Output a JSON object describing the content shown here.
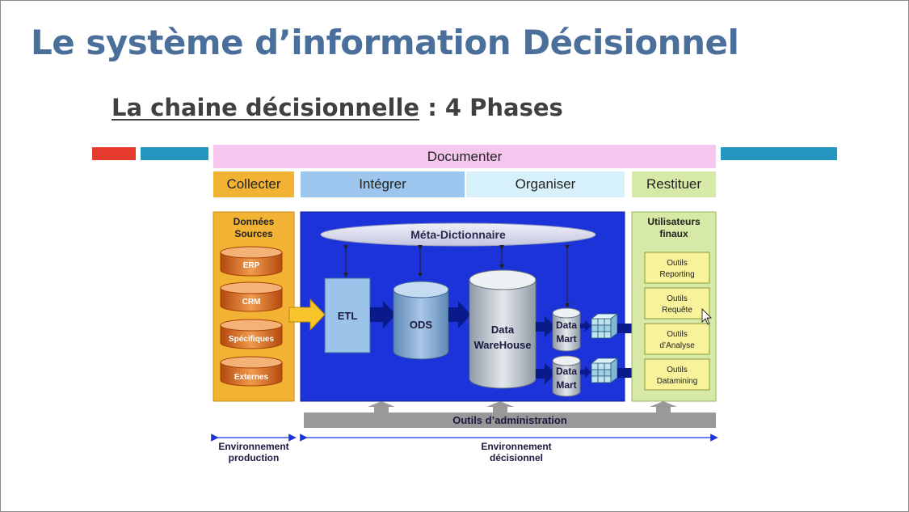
{
  "title": "Le système d’information Décisionnel",
  "subtitle": {
    "underlined": "La chaine décisionnelle",
    "rest": " : 4 Phases"
  },
  "colors": {
    "title": "#4a6f9b",
    "red_bar": "#e63a2e",
    "teal_bar": "#2596be",
    "documenter": "#f7c6ee",
    "collecter": "#f2b233",
    "integrer": "#9cc6ee",
    "organiser": "#d7f1fb",
    "restituer": "#d6e9a6",
    "blue_panel": "#1b33d9",
    "gray_bar": "#999999"
  },
  "phases": {
    "documenter": "Documenter",
    "collecter": "Collecter",
    "integrer": "Intégrer",
    "organiser": "Organiser",
    "restituer": "Restituer"
  },
  "sources": {
    "title_line1": "Données",
    "title_line2": "Sources",
    "items": [
      "ERP",
      "CRM",
      "Spécifiques",
      "Externes"
    ]
  },
  "core": {
    "meta": "Méta-Dictionnaire",
    "etl": "ETL",
    "ods": "ODS",
    "dw_line1": "Data",
    "dw_line2": "WareHouse",
    "mart_line1": "Data",
    "mart_line2": "Mart"
  },
  "users": {
    "title_line1": "Utilisateurs",
    "title_line2": "finaux",
    "tools": [
      {
        "line1": "Outils",
        "line2": "Reporting"
      },
      {
        "line1": "Outils",
        "line2": "Requête"
      },
      {
        "line1": "Outils",
        "line2": "d’Analyse"
      },
      {
        "line1": "Outils",
        "line2": "Datamining"
      }
    ]
  },
  "admin": "Outils d’administration",
  "env": {
    "production_line1": "Environnement",
    "production_line2": "production",
    "decision_line1": "Environnement",
    "decision_line2": "décisionnel"
  }
}
